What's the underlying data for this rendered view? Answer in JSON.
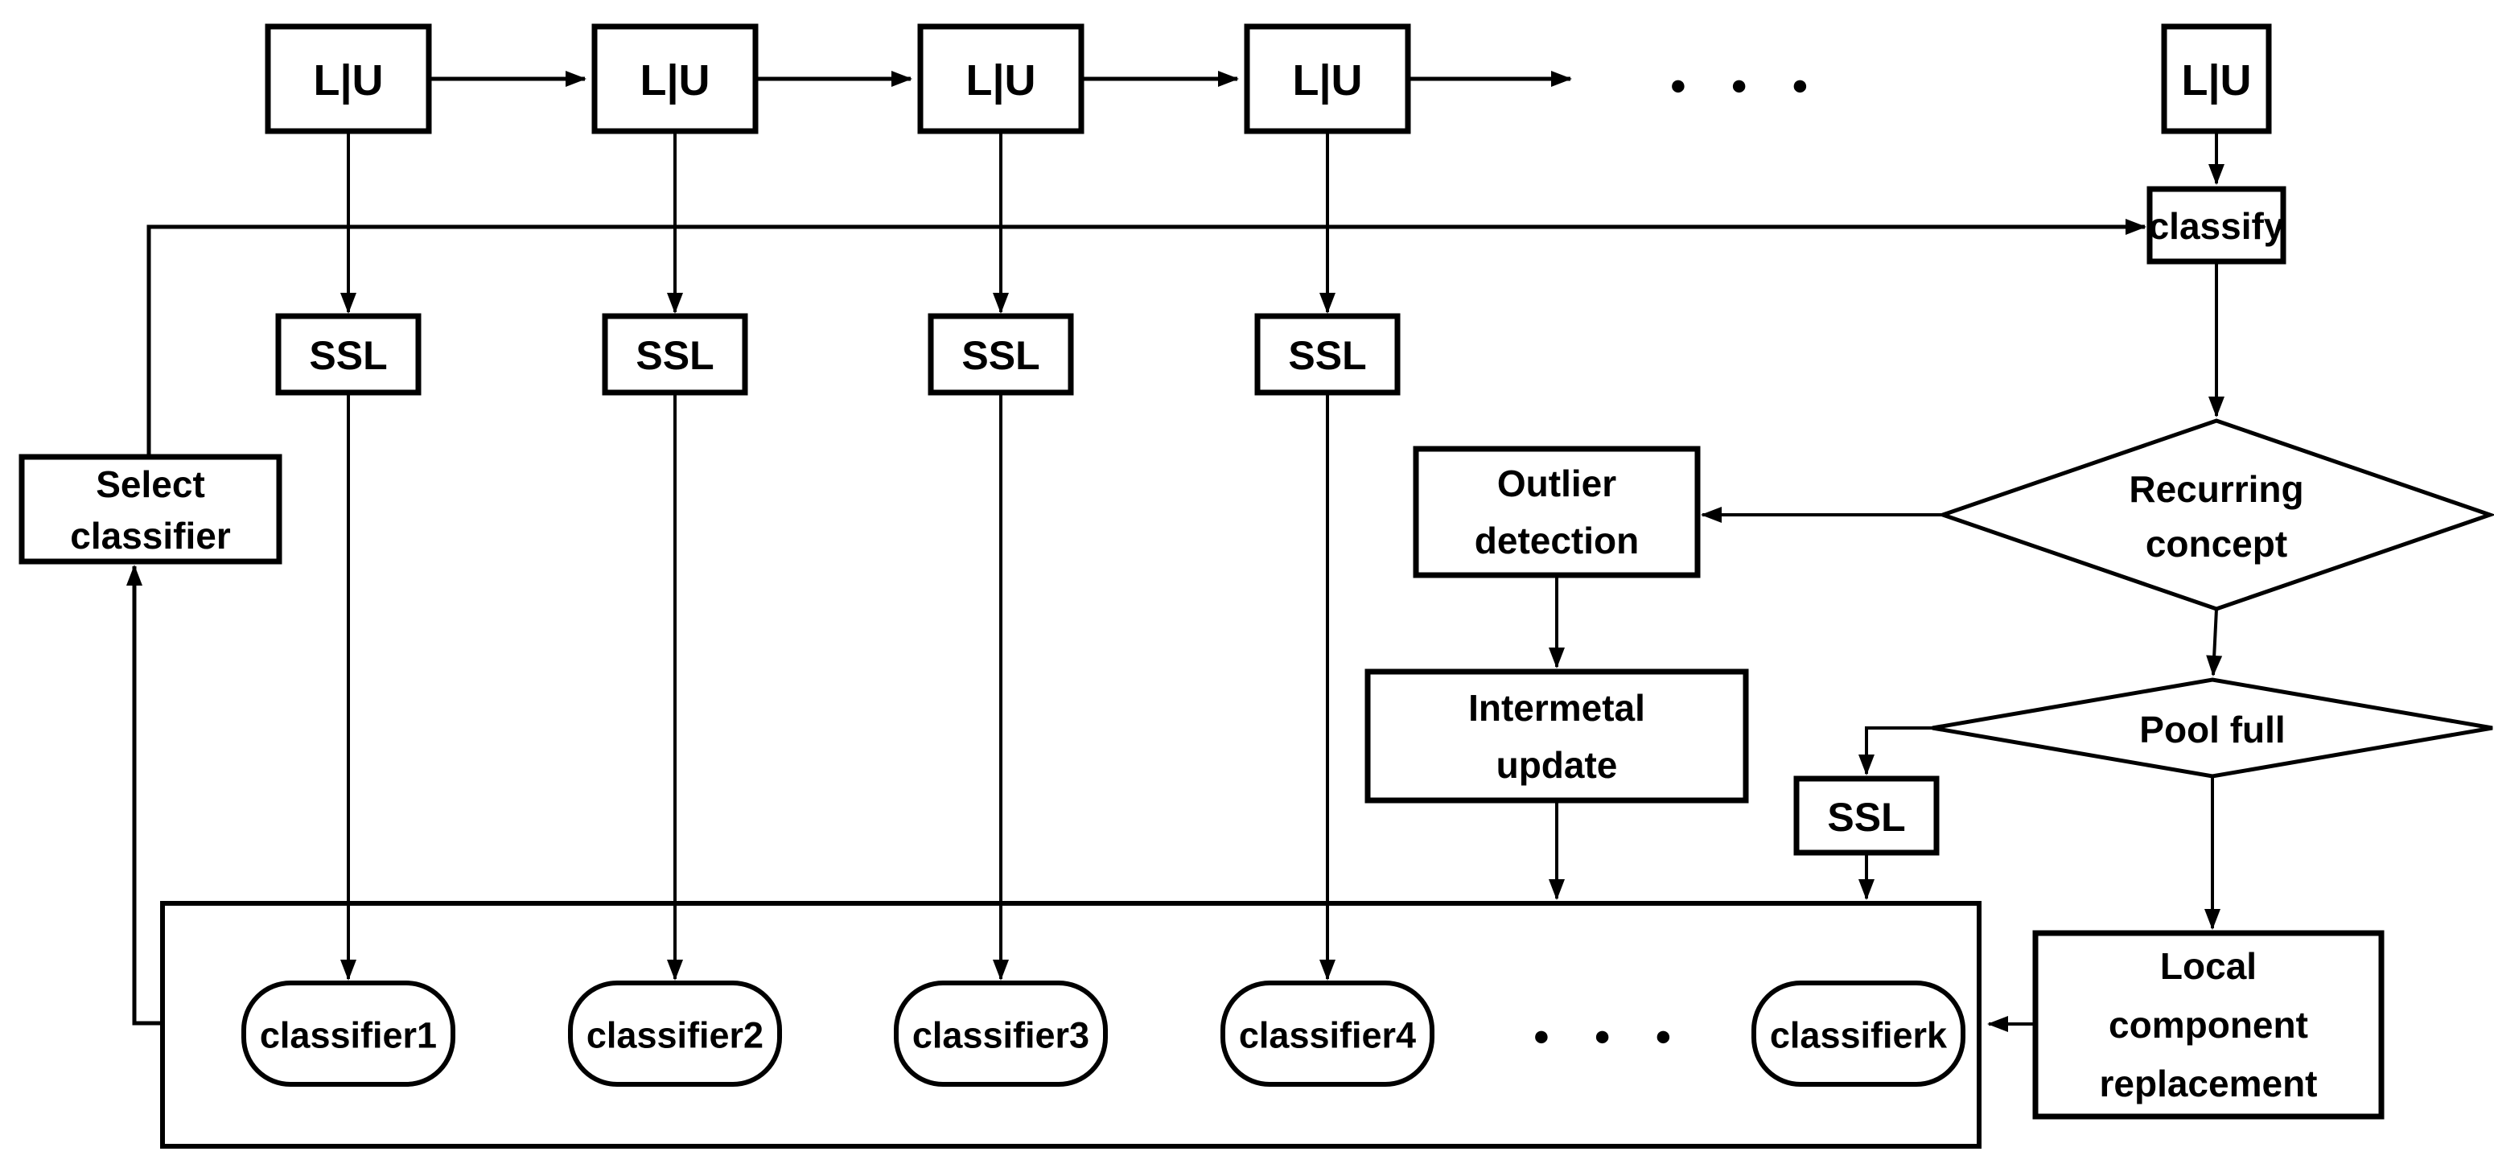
{
  "diagram": {
    "title": "recurring-concept ensemble semi-supervised learning flowchart",
    "colors": {
      "background": "#ffffff",
      "stroke": "#000000",
      "text": "#000000"
    },
    "nodes": {
      "lu_boxes": [
        "L|U",
        "L|U",
        "L|U",
        "L|U",
        "L|U"
      ],
      "ssl_boxes": [
        "SSL",
        "SSL",
        "SSL",
        "SSL",
        "SSL"
      ],
      "classify": "classify",
      "recurring_concept": {
        "line1": "Recurring",
        "line2": "concept"
      },
      "pool_full": "Pool full",
      "outlier_detection": {
        "line1": "Outlier",
        "line2": "detection"
      },
      "intermetal_update": {
        "line1": "Intermetal",
        "line2": "update"
      },
      "select_classifier": {
        "line1": "Select",
        "line2": "classifier"
      },
      "local_component_replacement": {
        "line1": "Local",
        "line2": "component",
        "line3": "replacement"
      },
      "classifiers": [
        "classifier1",
        "classifier2",
        "classifier3",
        "classifier4",
        "classifierk"
      ],
      "ellipsis_top": "● ● ●",
      "ellipsis_pool": "● ● ●"
    }
  }
}
